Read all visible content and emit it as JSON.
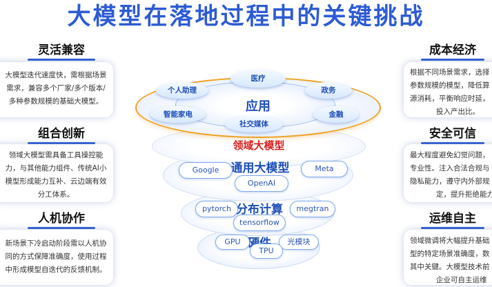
{
  "title": "大模型在落地过程中的关键挑战",
  "left": [
    {
      "heading": "灵活兼容",
      "lines": [
        "大模型迭代速度快，需根据场景",
        "需求，兼容多个厂家/多个版本/",
        "多种参数规模的基础大模型。"
      ]
    },
    {
      "heading": "组合创新",
      "lines": [
        "领域大模型需具备工具操控能",
        "力，与其他能力组件、传统AI小",
        "模型形成能力互补、云边端有效",
        "分工体系。"
      ]
    },
    {
      "heading": "人机协作",
      "lines": [
        "新场景下冷启动阶段需以人机协",
        "同的方式保障准确度，使用过程",
        "中形成模型自迭代的反馈机制。"
      ]
    }
  ],
  "right": [
    {
      "heading": "成本经济",
      "lines": [
        "根据不同场景需求，选择",
        "参数规模的模型，降低算",
        "源消耗，平衡响应时延，",
        "投入产出比。"
      ]
    },
    {
      "heading": "安全可信",
      "lines": [
        "最大程度避免幻觉问题，",
        "专业性。注入合法合规与",
        "隐私能力，遵守内外部规",
        "定，提升拒绝能力。"
      ]
    },
    {
      "heading": "运维自主",
      "lines": [
        "领域微调将大幅提升基础",
        "型的特定场景准确度，数",
        "其中关键。大模型技术前",
        "企业可自主运维"
      ]
    }
  ],
  "diagram": {
    "app": {
      "center": "应用",
      "items": [
        "个人助理",
        "医疗",
        "政务",
        "智能家电",
        "社交媒体",
        "金融"
      ]
    },
    "domain_label": "领域大模型",
    "general": {
      "center": "通用大模型",
      "items": [
        "Google",
        "Meta",
        "OpenAI"
      ]
    },
    "distributed": {
      "center": "分布计算",
      "items": [
        "pytorch",
        "megtran",
        "tensorflow"
      ]
    },
    "hardware": {
      "center": "硬件",
      "items": [
        "GPU",
        "光模块",
        "TPU"
      ]
    }
  },
  "colors": {
    "accent": "#2d5bd3",
    "domain": "#d61f1f",
    "orange_ring": "#f0a020"
  }
}
